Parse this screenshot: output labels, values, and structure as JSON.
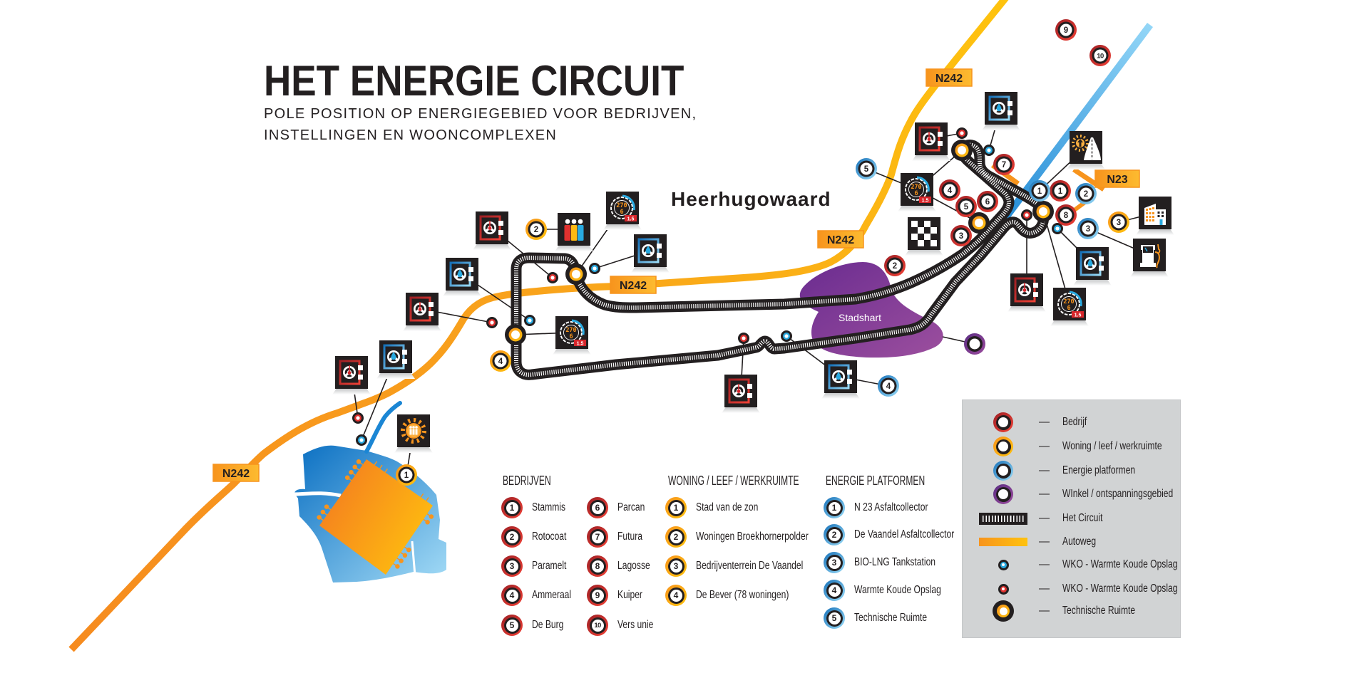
{
  "header": {
    "title": "HET ENERGIE CIRCUIT",
    "subtitle_line1": "POLE POSITION OP ENERGIEGEBIED VOOR BEDRIJVEN,",
    "subtitle_line2": "INSTELLINGEN EN WOONCOMPLEXEN"
  },
  "map": {
    "city_label": "Heerhugowaard",
    "district_label": "Stadshart",
    "road_labels": [
      "N242",
      "N242",
      "N242",
      "N242",
      "N23"
    ],
    "meter_icon": {
      "reading": "270",
      "gear": "6",
      "tag": "1.5"
    },
    "icons": {
      "red_safe": "wko-red-safe-icon",
      "blue_safe": "wko-blue-safe-icon",
      "meter": "technische-ruimte-meter-icon",
      "people": "people-icon",
      "sun": "sun-people-icon",
      "flag": "checkered-flag-icon",
      "solar_road": "solar-road-icon",
      "building": "building-icon",
      "fuel": "fuel-pump-icon"
    }
  },
  "lists": {
    "bedrijven": {
      "title": "BEDRIJVEN",
      "items": [
        {
          "num": "1",
          "label": "Stammis"
        },
        {
          "num": "2",
          "label": "Rotocoat"
        },
        {
          "num": "3",
          "label": "Paramelt"
        },
        {
          "num": "4",
          "label": "Ammeraal"
        },
        {
          "num": "5",
          "label": "De Burg"
        },
        {
          "num": "6",
          "label": "Parcan"
        },
        {
          "num": "7",
          "label": "Futura"
        },
        {
          "num": "8",
          "label": "Lagosse"
        },
        {
          "num": "9",
          "label": "Kuiper"
        },
        {
          "num": "10",
          "label": "Vers unie"
        }
      ]
    },
    "woning": {
      "title": "WONING / LEEF / WERKRUIMTE",
      "items": [
        {
          "num": "1",
          "label": "Stad van de zon"
        },
        {
          "num": "2",
          "label": "Woningen Broekhornerpolder"
        },
        {
          "num": "3",
          "label": "Bedrijventerrein De Vaandel"
        },
        {
          "num": "4",
          "label": "De Bever (78 woningen)"
        }
      ]
    },
    "energie": {
      "title": "ENERGIE PLATFORMEN",
      "items": [
        {
          "num": "1",
          "label": "N 23 Asfaltcollector"
        },
        {
          "num": "2",
          "label": "De Vaandel Asfaltcollector"
        },
        {
          "num": "3",
          "label": "BIO-LNG Tankstation"
        },
        {
          "num": "4",
          "label": "Warmte Koude Opslag"
        },
        {
          "num": "5",
          "label": "Technische Ruimte"
        }
      ]
    }
  },
  "key": {
    "dash": "—",
    "items": [
      {
        "symbol": "bedrijf-ring",
        "label": "Bedrijf"
      },
      {
        "symbol": "woning-ring",
        "label": "Woning / leef / werkruimte"
      },
      {
        "symbol": "energie-ring",
        "label": "Energie platformen"
      },
      {
        "symbol": "winkel-ring",
        "label": "WInkel / ontspanningsgebied"
      },
      {
        "symbol": "circuit-bar",
        "label": "Het Circuit"
      },
      {
        "symbol": "autoweg-bar",
        "label": "Autoweg"
      },
      {
        "symbol": "wko-blue-dot",
        "label": "WKO - Warmte Koude Opslag"
      },
      {
        "symbol": "wko-red-dot",
        "label": "WKO - Warmte Koude Opslag"
      },
      {
        "symbol": "technische-ruimte-ring",
        "label": "Technische Ruimte"
      }
    ]
  },
  "colors": {
    "bedrijf": "#d2232a",
    "woning": "#f7941d",
    "energie": "#27aae1",
    "winkel": "#7f3f98",
    "circuit": "#231f20",
    "autoweg": "#fbb040",
    "stadshart": "#7b2f93",
    "key_background": "#d1d3d4"
  }
}
